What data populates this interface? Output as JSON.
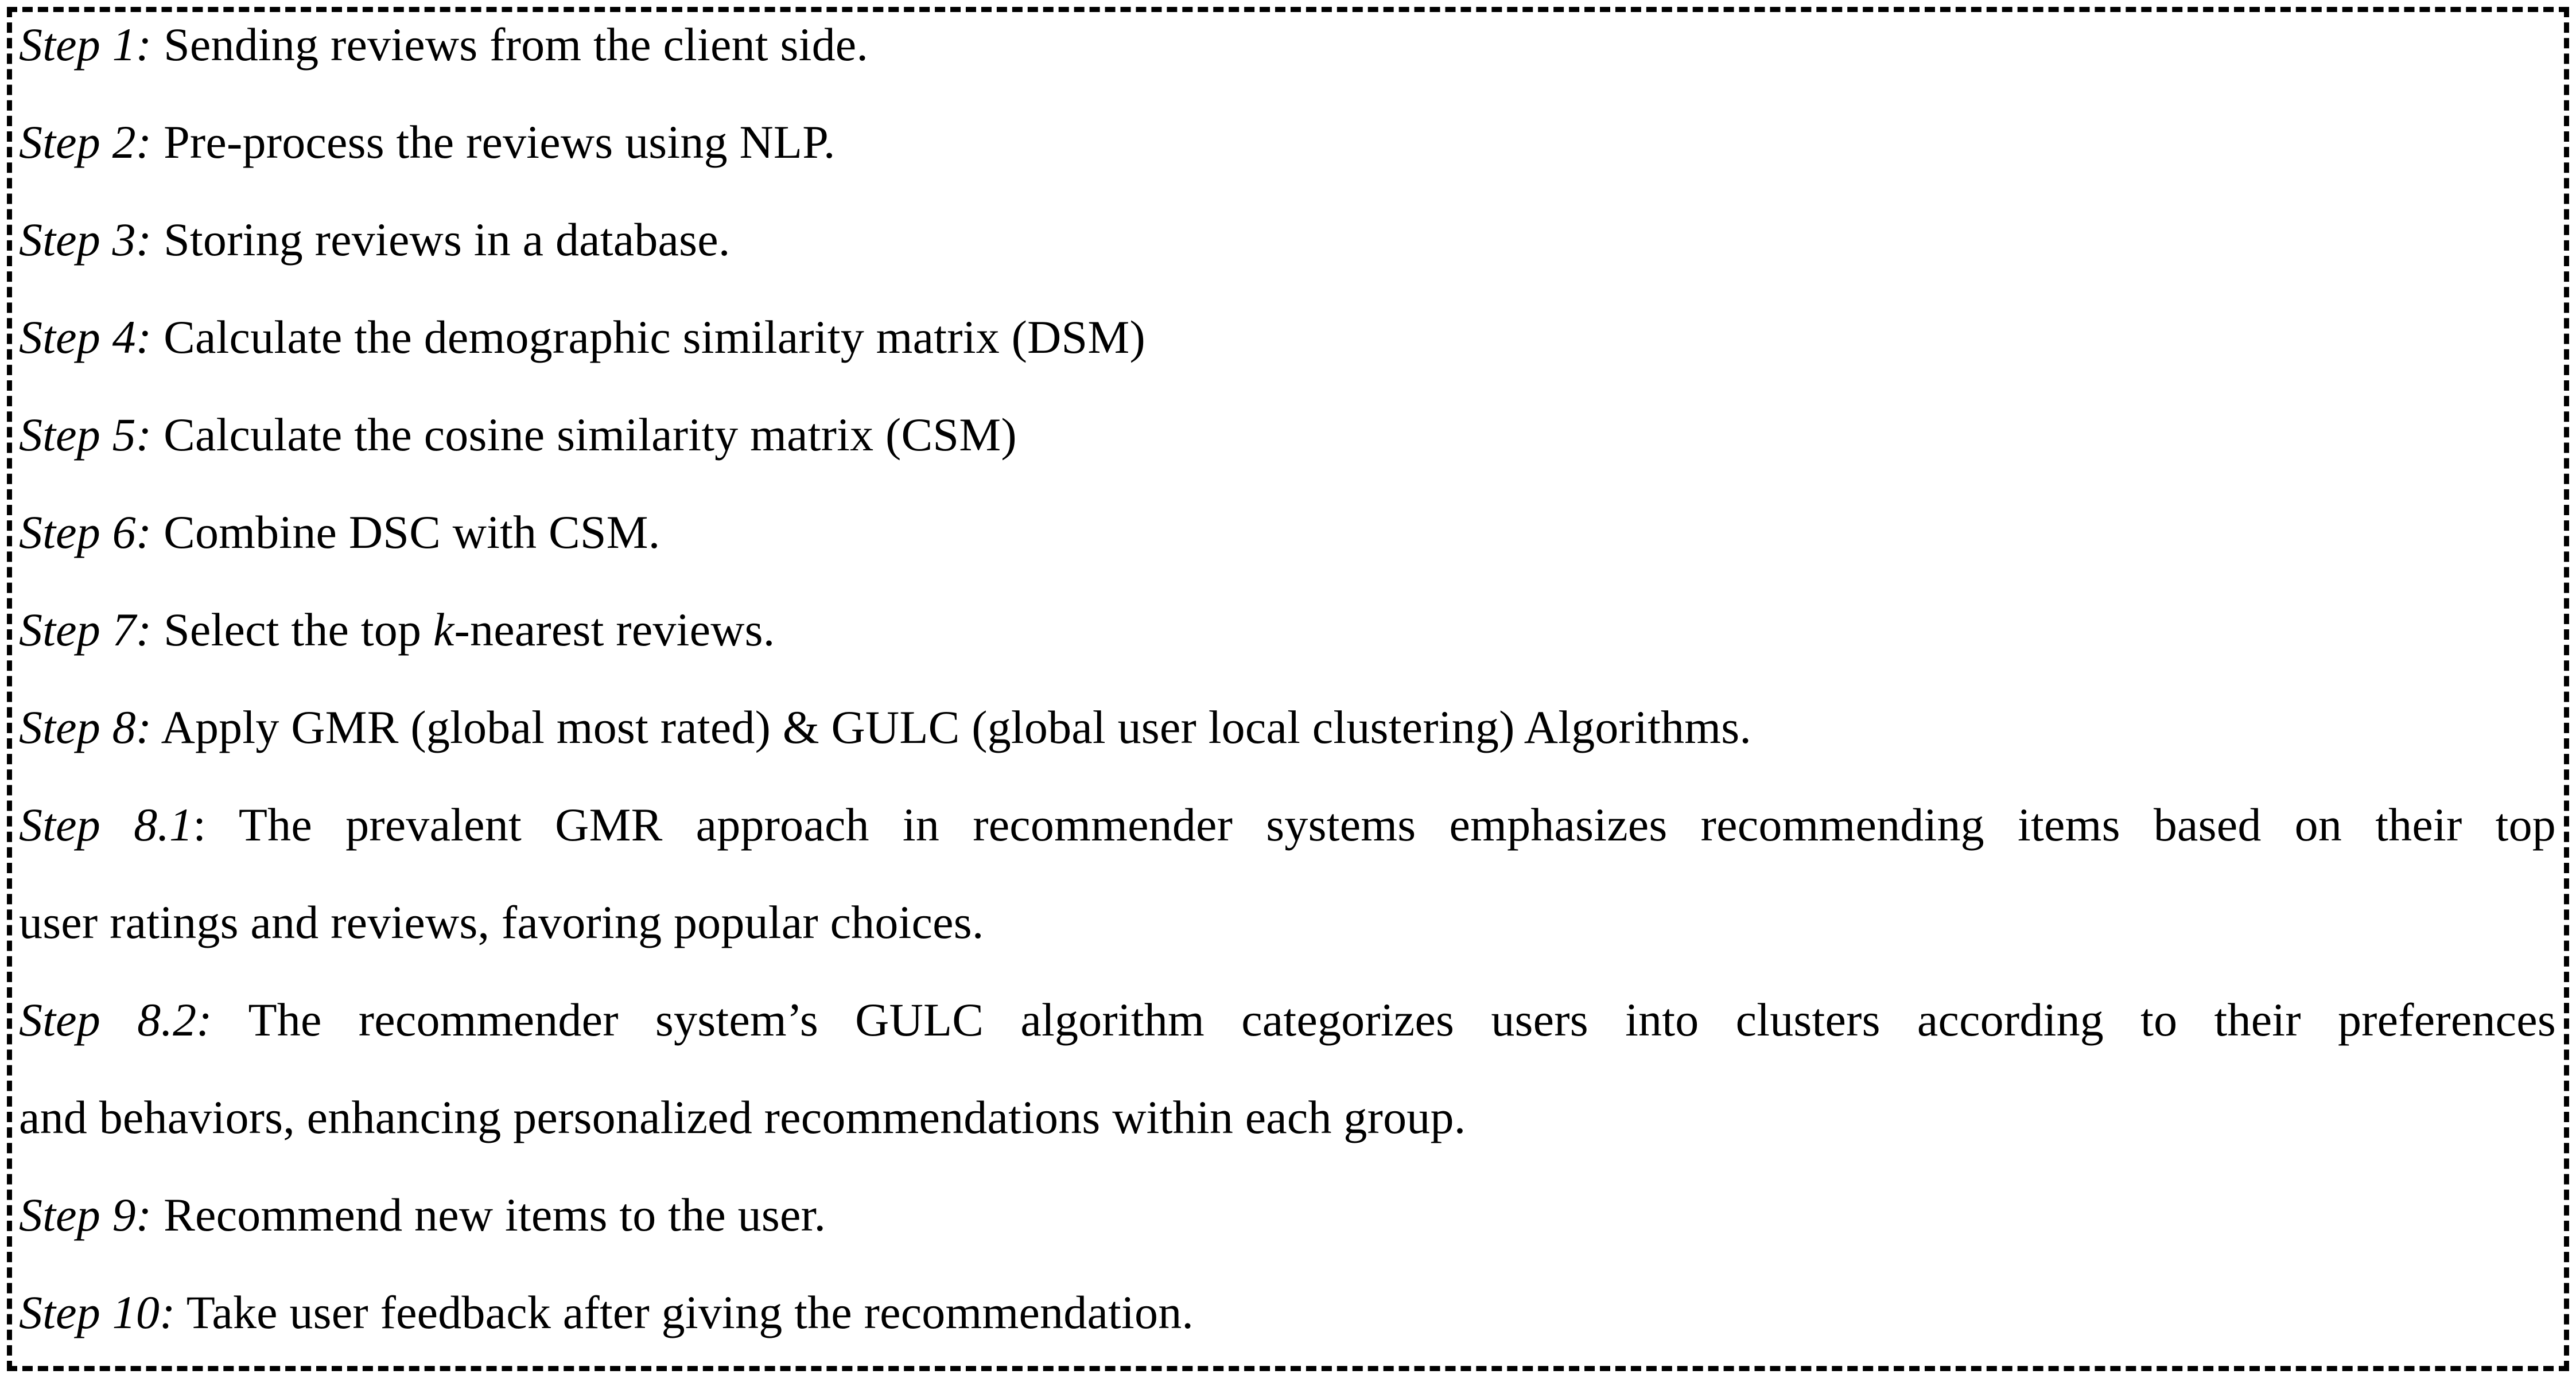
{
  "figure": {
    "background": "#ffffff",
    "border_color": "#000000",
    "text_color": "#000000",
    "lines": [
      {
        "justify": false,
        "segments": [
          {
            "text": "Step 1:",
            "italic": true
          },
          {
            "text": " Sending reviews from the client side.",
            "italic": false
          }
        ]
      },
      {
        "justify": false,
        "segments": [
          {
            "text": "Step 2:",
            "italic": true
          },
          {
            "text": " Pre-process the reviews using NLP.",
            "italic": false
          }
        ]
      },
      {
        "justify": false,
        "segments": [
          {
            "text": "Step 3:",
            "italic": true
          },
          {
            "text": " Storing reviews in a database.",
            "italic": false
          }
        ]
      },
      {
        "justify": false,
        "segments": [
          {
            "text": "Step 4:",
            "italic": true
          },
          {
            "text": " Calculate the demographic similarity matrix (DSM)",
            "italic": false
          }
        ]
      },
      {
        "justify": false,
        "segments": [
          {
            "text": "Step 5:",
            "italic": true
          },
          {
            "text": " Calculate the cosine similarity matrix (CSM)",
            "italic": false
          }
        ]
      },
      {
        "justify": false,
        "segments": [
          {
            "text": "Step 6:",
            "italic": true
          },
          {
            "text": " Combine DSC with CSM.",
            "italic": false
          }
        ]
      },
      {
        "justify": false,
        "segments": [
          {
            "text": "Step 7:",
            "italic": true
          },
          {
            "text": " Select the top ",
            "italic": false
          },
          {
            "text": "k",
            "italic": true
          },
          {
            "text": "-nearest reviews.",
            "italic": false
          }
        ]
      },
      {
        "justify": false,
        "segments": [
          {
            "text": "Step 8:",
            "italic": true
          },
          {
            "text": " Apply GMR (global most rated) & GULC (global user local clustering) Algorithms.",
            "italic": false
          }
        ]
      },
      {
        "justify": true,
        "segments": [
          {
            "text": "Step 8.1",
            "italic": true
          },
          {
            "text": ": The prevalent GMR approach in recommender systems emphasizes recommending items based on their top",
            "italic": false
          }
        ]
      },
      {
        "justify": false,
        "segments": [
          {
            "text": "user ratings and reviews, favoring popular choices.",
            "italic": false
          }
        ]
      },
      {
        "justify": true,
        "segments": [
          {
            "text": "Step 8.2:",
            "italic": true
          },
          {
            "text": " The recommender system’s GULC algorithm categorizes users into clusters according to their preferences",
            "italic": false
          }
        ]
      },
      {
        "justify": false,
        "segments": [
          {
            "text": "and behaviors, enhancing personalized recommendations within each group.",
            "italic": false
          }
        ]
      },
      {
        "justify": false,
        "segments": [
          {
            "text": "Step 9:",
            "italic": true
          },
          {
            "text": " Recommend new items to the user.",
            "italic": false
          }
        ]
      },
      {
        "justify": false,
        "segments": [
          {
            "text": "Step 10:",
            "italic": true
          },
          {
            "text": " Take user feedback after giving the recommendation.",
            "italic": false
          }
        ]
      }
    ]
  }
}
